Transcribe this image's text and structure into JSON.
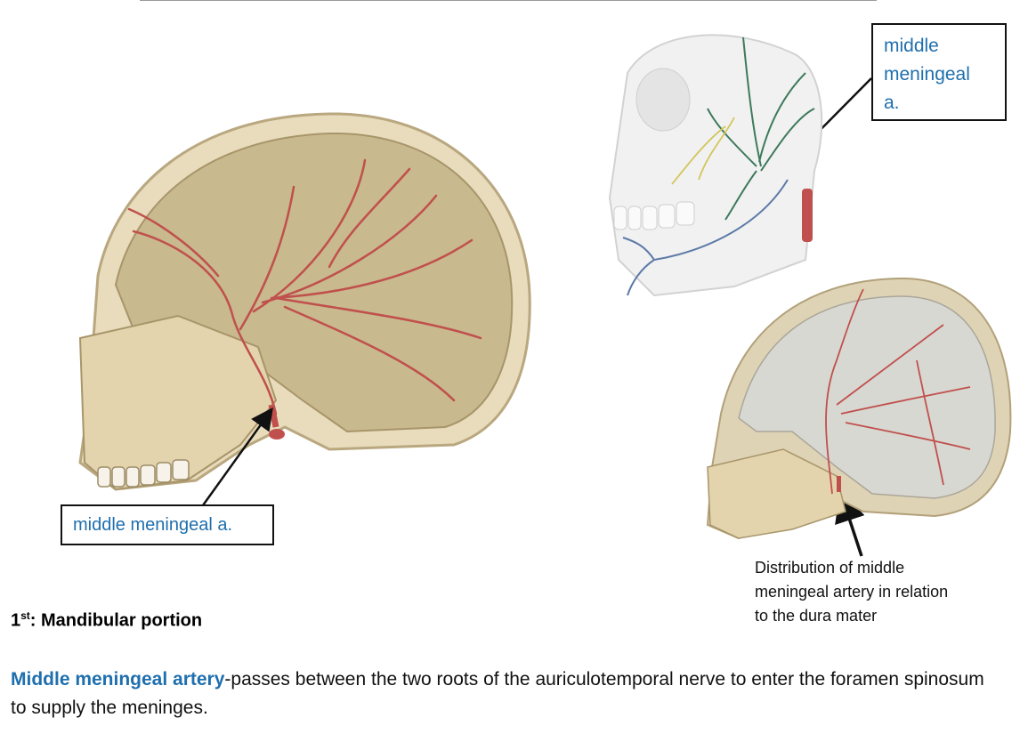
{
  "labels": {
    "main_callout": "middle meningeal a.",
    "inset_callout_line1": "middle",
    "inset_callout_line2": "meningeal",
    "inset_callout_line3": "a."
  },
  "caption": {
    "line1": "Distribution of middle",
    "line2": "meningeal artery in relation",
    "line3": "to the dura mater"
  },
  "heading": {
    "number": "1",
    "suffix": "st",
    "text": ": Mandibular portion"
  },
  "body": {
    "term": "Middle meningeal artery",
    "text": "-passes between the two roots of the auriculotemporal nerve to enter the foramen spinosum to supply the meninges."
  },
  "colors": {
    "label_blue": "#1f6fae",
    "artery_red": "#c0504d",
    "bone": "#e6dcc0",
    "nerve_green": "#3d7a5c"
  }
}
